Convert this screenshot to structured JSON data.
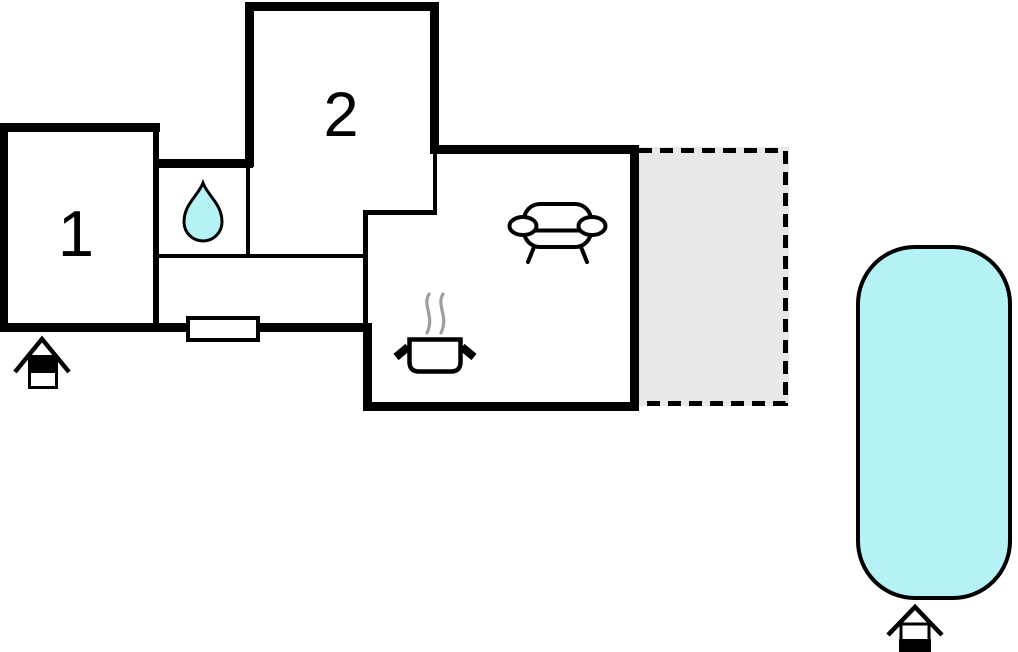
{
  "plan": {
    "rooms": [
      {
        "name": "room-1",
        "label": "1"
      },
      {
        "name": "room-2",
        "label": "2"
      }
    ],
    "icons": [
      "water-drop-icon",
      "sofa-icon",
      "cooking-pot-icon",
      "steam-icon",
      "entrance-house-icon",
      "pool-entrance-house-icon"
    ]
  },
  "colors": {
    "ink": "#000000",
    "water": "#b4f2f6",
    "terrace": "#e8e8e8",
    "steam": "#9e9e9e",
    "door": "#ffffff"
  }
}
